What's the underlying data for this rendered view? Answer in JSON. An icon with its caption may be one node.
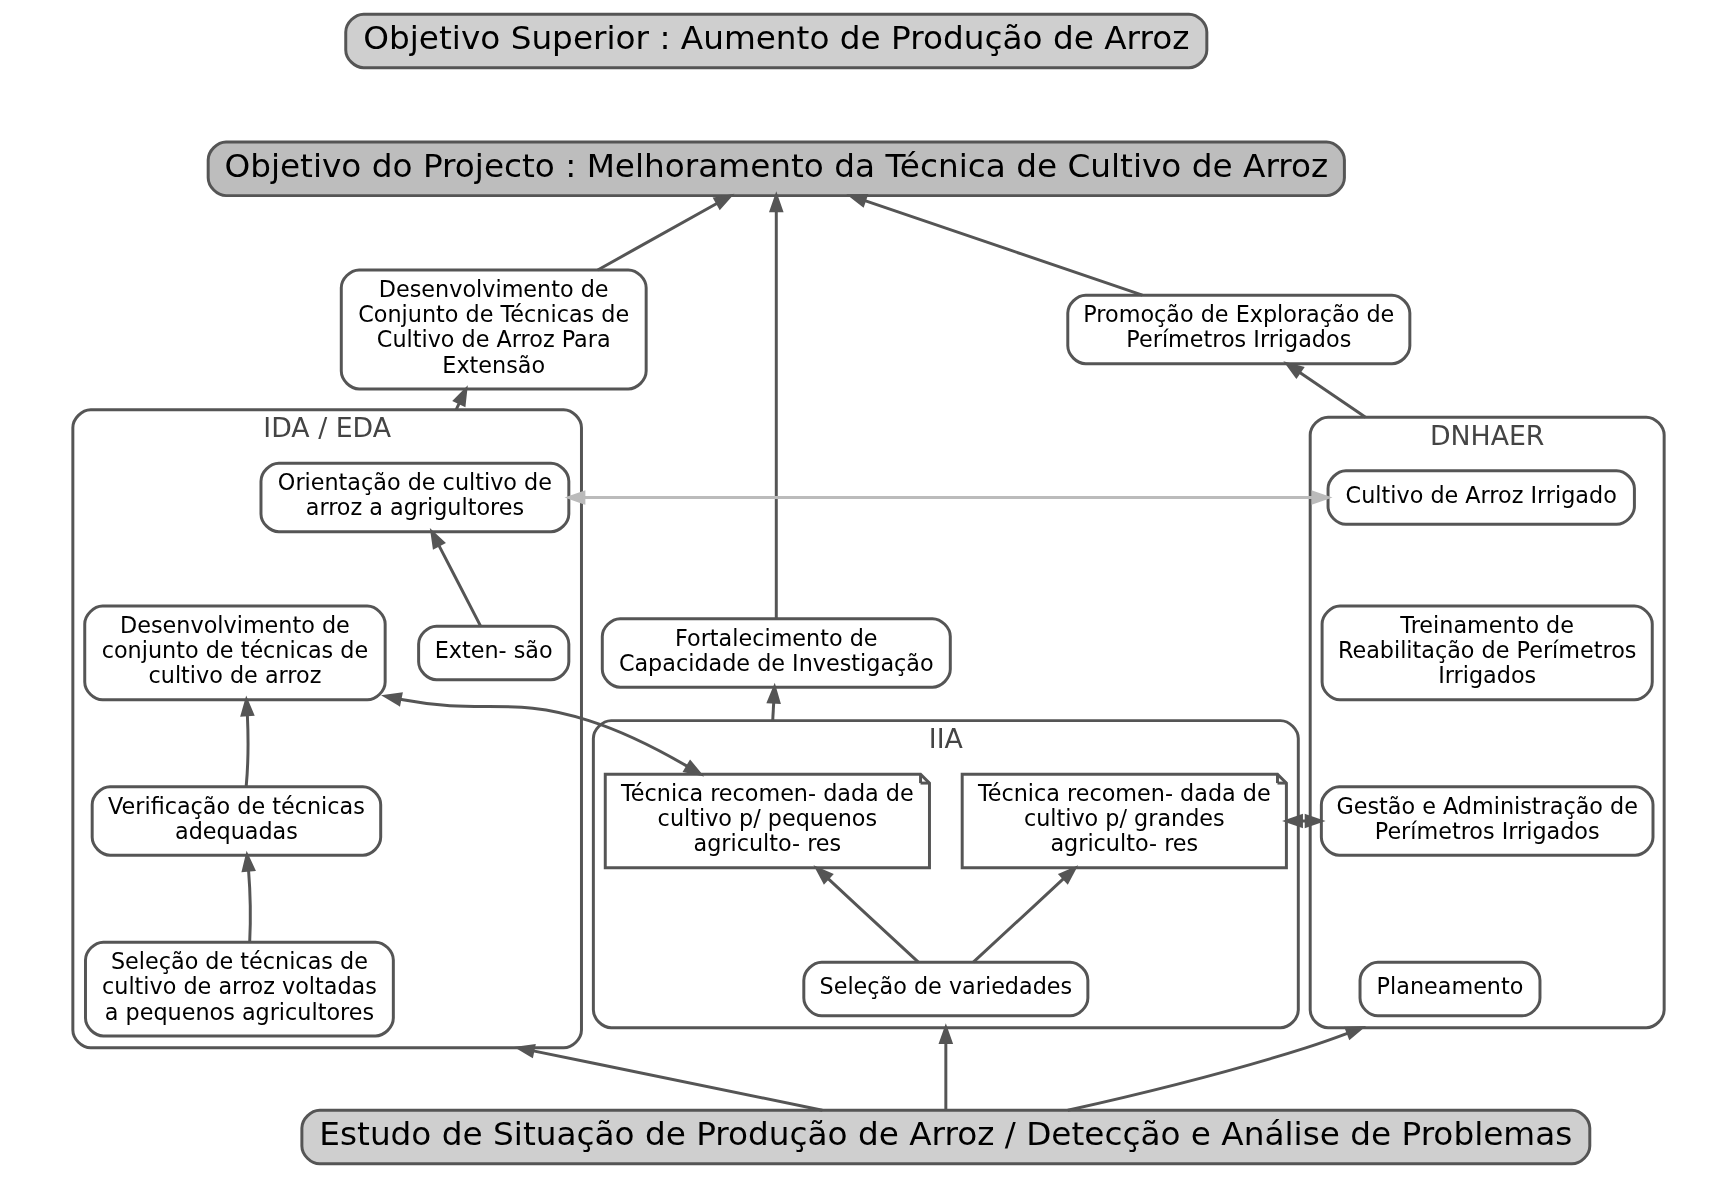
{
  "diagram": {
    "nodes": [
      {
        "text": [
          "Objetivo Superior : Aumento de Produção de Arroz"
        ]
      },
      {
        "text": [
          "Objetivo do Projecto : Melhoramento da Técnica de Cultivo de Arroz"
        ]
      },
      {
        "text": [
          "Desenvolvimento de Conjunto de Técnicas de Cultivo de Arroz Para Extensão"
        ]
      },
      {
        "text": [
          "Fortalecimento de Capacidade de Investigação"
        ]
      },
      {
        "text": [
          "Promoção de Exploração de Perímetros Irrigados"
        ]
      },
      {
        "text": [
          "IDA / EDA"
        ]
      },
      {
        "text": [
          "Orientação de cultivo de arroz a agrigultores"
        ],
        "in": 5
      },
      {
        "text": [
          "Exten- são"
        ],
        "in": 5
      },
      {
        "text": [
          "Desenvolvimento de conjunto de técnicas de cultivo de arroz"
        ],
        "in": 5
      },
      {
        "text": [
          "Verificação de técnicas adequadas"
        ],
        "in": 5
      },
      {
        "text": [
          "Seleção de técnicas de cultivo de arroz voltadas a pequenos agricultores"
        ],
        "in": 5
      },
      {
        "text": [
          "IIA"
        ]
      },
      {
        "text": [
          "Técnica recomen- dada de cultivo p/ pequenos agriculto- res"
        ],
        "in": 11
      },
      {
        "text": [
          "Técnica recomen- dada de cultivo p/ grandes agriculto- res"
        ],
        "in": 11
      },
      {
        "text": [
          "Seleção de variedades"
        ],
        "in": 11
      },
      {
        "text": [
          "DNHAER"
        ]
      },
      {
        "text": [
          "Cultivo de Arroz Irrigado"
        ],
        "in": 15
      },
      {
        "text": [
          "Treinamento de Reabilitação de Perímetros Irrigados"
        ],
        "in": 15
      },
      {
        "text": [
          "Gestão e Administração de Perímetros Irrigados"
        ],
        "in": 15
      },
      {
        "text": [
          "Planeamento"
        ],
        "in": 15
      },
      {
        "text": [
          "Estudo de Situação de Produção de Arroz / Detecção e Análise de Problemas"
        ]
      }
    ],
    "edges": [
      {
        "from": 2,
        "to": 1,
        "arrow": "to"
      },
      {
        "from": 3,
        "to": 1,
        "arrow": "to"
      },
      {
        "from": 4,
        "to": 1,
        "arrow": "to"
      },
      {
        "from": 5,
        "to": 2,
        "arrow": "to"
      },
      {
        "from": 11,
        "to": 3,
        "arrow": "to"
      },
      {
        "from": 15,
        "to": 4,
        "arrow": "to"
      },
      {
        "from": 20,
        "to": 5,
        "arrow": "to"
      },
      {
        "from": 20,
        "to": 11,
        "arrow": "to"
      },
      {
        "from": 20,
        "to": 15,
        "arrow": "to"
      },
      {
        "from": 7,
        "to": 6,
        "arrow": "to"
      },
      {
        "from": 10,
        "to": 9,
        "arrow": "to"
      },
      {
        "from": 9,
        "to": 8,
        "arrow": "to"
      },
      {
        "from": 14,
        "to": 12,
        "arrow": "to"
      },
      {
        "from": 14,
        "to": 13,
        "arrow": "to"
      },
      {
        "from": 8,
        "to": 12,
        "arrow": "both"
      },
      {
        "from": 13,
        "to": 18,
        "arrow": "both"
      },
      {
        "from": 6,
        "to": 16,
        "arrow": "both",
        "color": "#bbbbbb"
      }
    ]
  }
}
